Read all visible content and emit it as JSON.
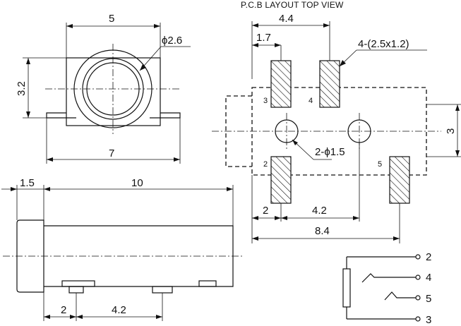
{
  "title": "P.C.B LAYOUT  TOP VIEW",
  "front_view": {
    "width_dim": "5",
    "height_dim": "3.2",
    "hole_dia": "ϕ2.6",
    "base_dim": "7"
  },
  "side_view": {
    "flange_dim": "1.5",
    "length_dim": "10",
    "pin_gap_dim": "2",
    "pin_spacing_dim": "4.2"
  },
  "pcb_layout": {
    "pad_span_dim": "4.4",
    "pad_offset_dim": "1.7",
    "pad_size_label": "4-(2.5x1.2)",
    "hole_label": "2-ϕ1.5",
    "vertical_dim": "3",
    "bottom_gap_dim": "2",
    "bottom_mid_dim": "4.2",
    "overall_dim": "8.4",
    "pad_labels": [
      "3",
      "4",
      "2",
      "5"
    ]
  },
  "schematic": {
    "pin_labels": [
      "2",
      "4",
      "5",
      "3"
    ]
  }
}
